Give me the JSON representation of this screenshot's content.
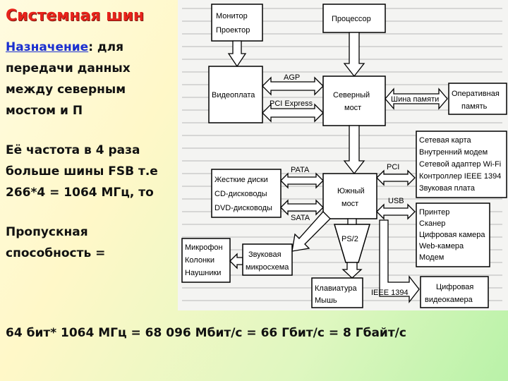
{
  "slide": {
    "title": "Системная шин",
    "purpose_label": "Назначение",
    "purpose_rest": ": для",
    "purpose_lines": [
      "передачи данных",
      "между северным",
      "мостом и П"
    ],
    "freq_lines": [
      "Её частота в 4 раза",
      "больше шины FSB т.е",
      "266*4 = 1064 МГц, то"
    ],
    "bw_lines": [
      "Пропускная",
      "способность ="
    ],
    "formula": "64 бит* 1064 МГц = 68 096 Мбит/с = 66 Гбит/с = 8 Гбайт/с"
  },
  "diagram": {
    "monitor": [
      "Монитор",
      "Проектор"
    ],
    "processor": "Процессор",
    "video": "Видеоплата",
    "agp": "AGP",
    "pci_express": "PCI Express",
    "north_bridge": [
      "Северный",
      "мост"
    ],
    "memory_bus": "Шина памяти",
    "ram": [
      "Оперативная",
      "память"
    ],
    "disks": [
      "Жесткие диски",
      "CD-дисководы",
      "DVD-дисководы"
    ],
    "pata": "PATA",
    "sata": "SATA",
    "south_bridge": [
      "Южный",
      "мост"
    ],
    "pci": "PCI",
    "usb": "USB",
    "pci_devices": [
      "Сетевая карта",
      "Внутренний модем",
      "Сетевой адаптер Wi-Fi",
      "Контроллер IEEE 1394",
      "Звуковая плата"
    ],
    "usb_devices": [
      "Принтер",
      "Сканер",
      "Цифровая камера",
      "Web-камера",
      "Модем"
    ],
    "audio_devices": [
      "Микрофон",
      "Колонки",
      "Наушники"
    ],
    "sound_chip": [
      "Звуковая",
      "микросхема"
    ],
    "ps2": "PS/2",
    "keyboard": [
      "Клавиатура",
      "Мышь"
    ],
    "ieee1394": "IEEE 1394",
    "camcorder": [
      "Цифровая",
      "видеокамера"
    ]
  }
}
